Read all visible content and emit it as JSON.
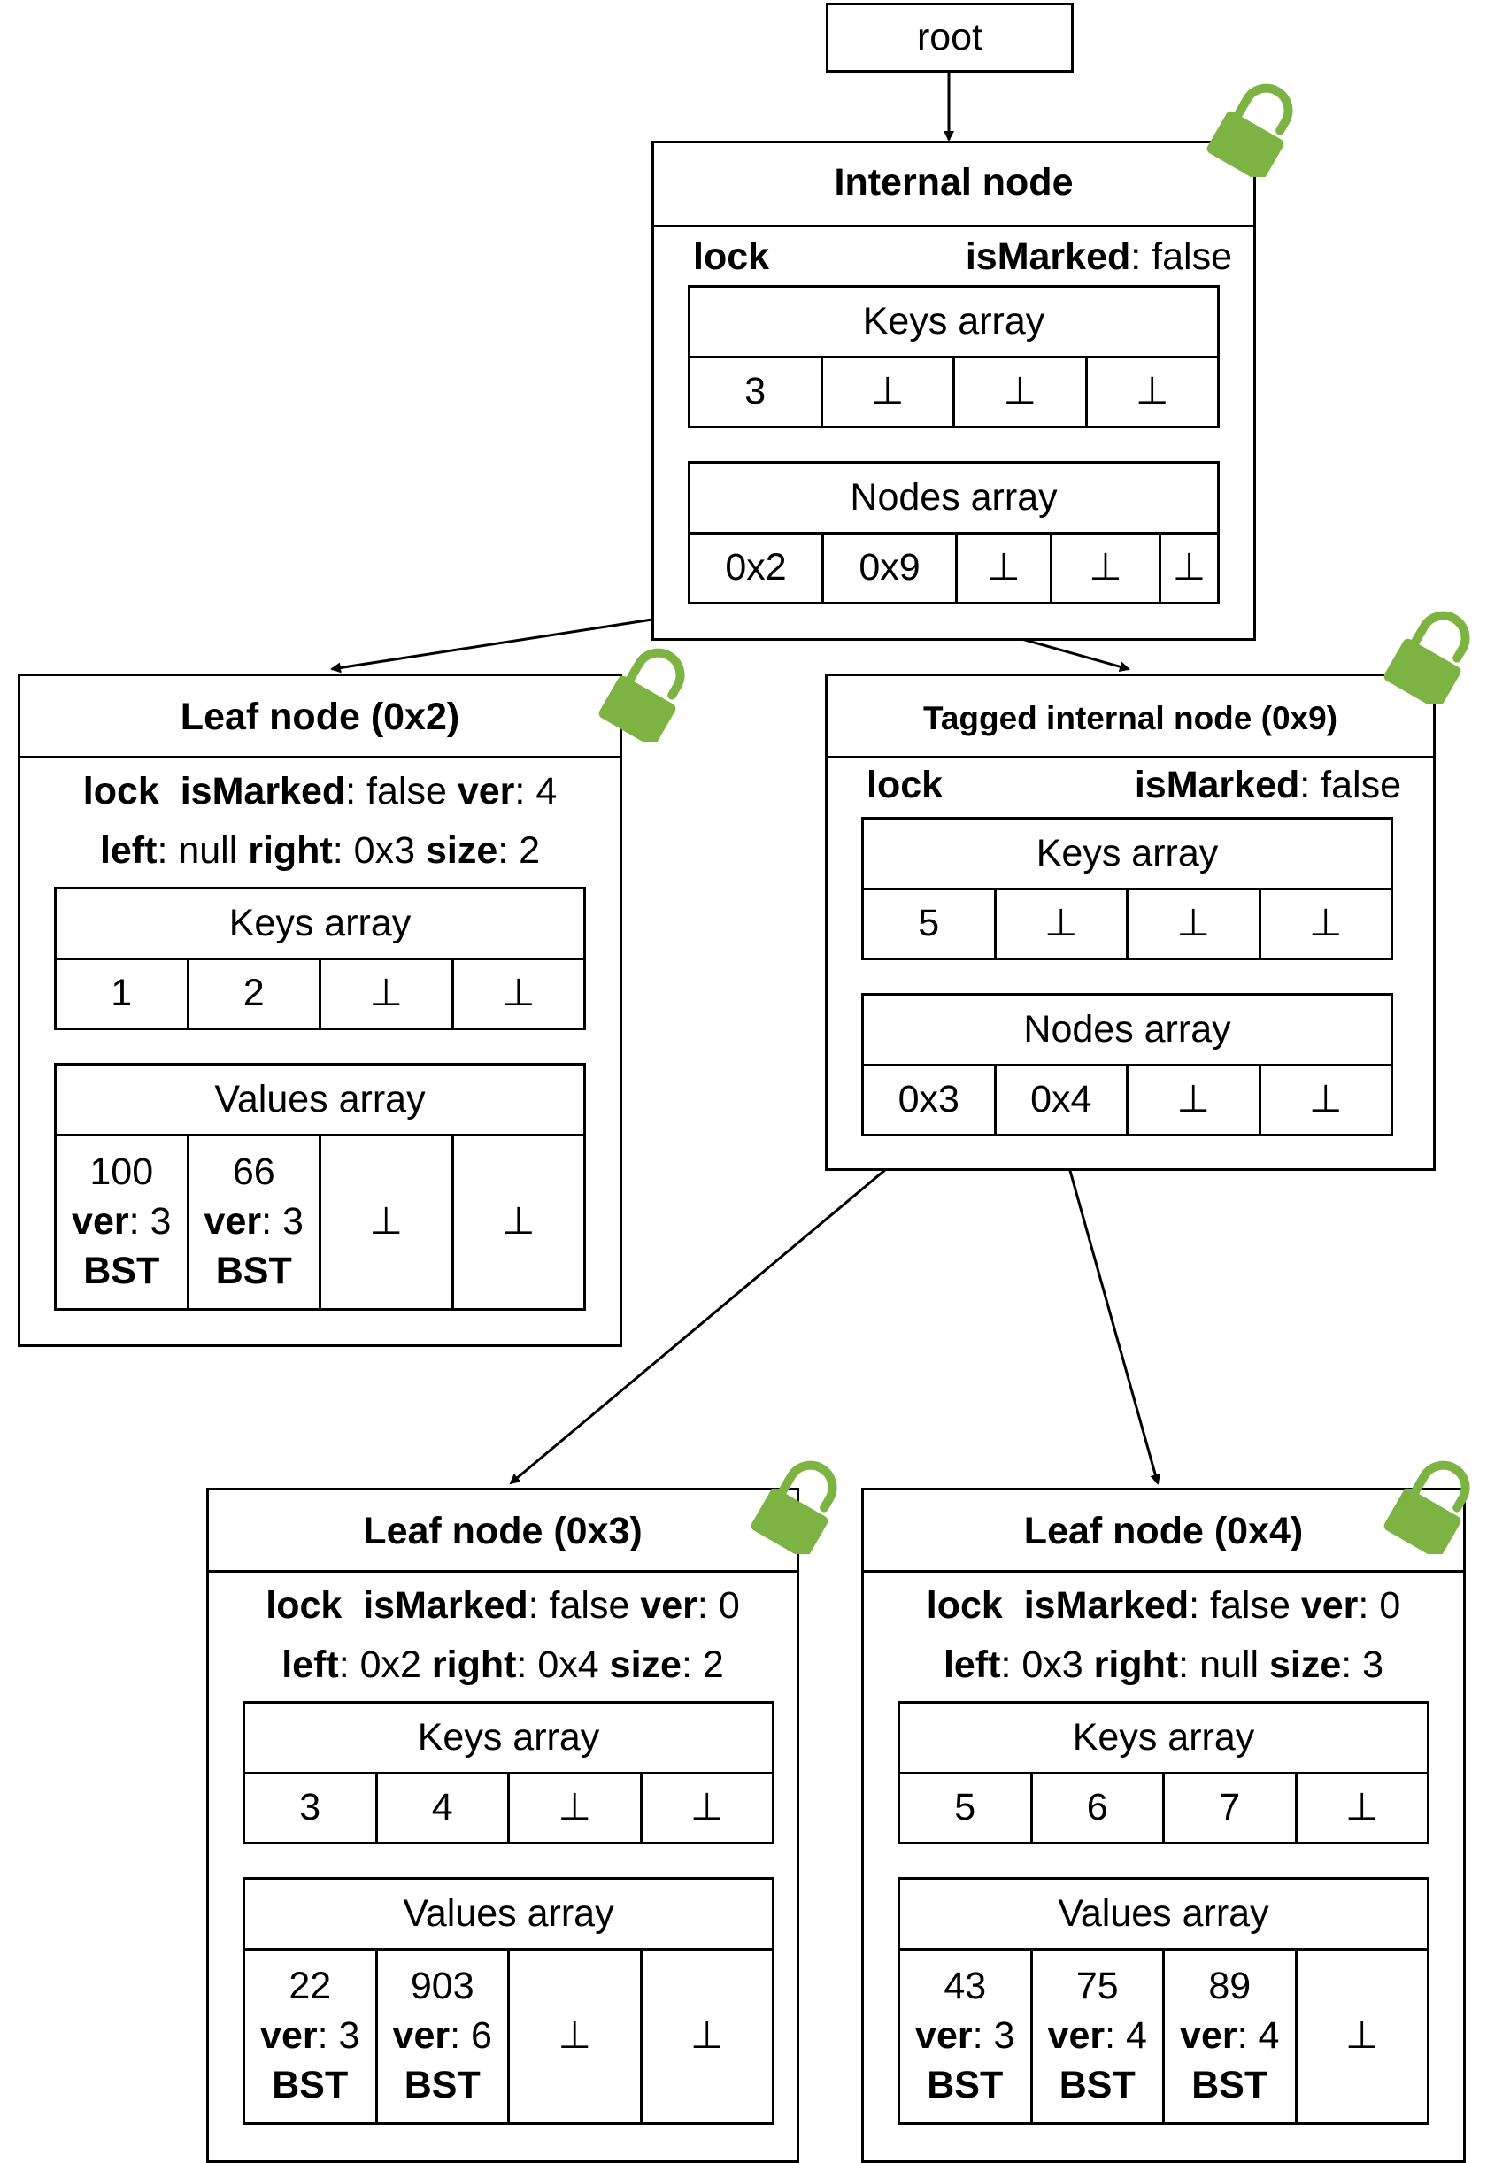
{
  "root_label": "root",
  "bottom_symbol": "⊥",
  "lock_color": "#7cb342",
  "internal": {
    "title": "Internal node",
    "lock": "lock",
    "is_marked_key": "isMarked",
    "is_marked_val": ": false",
    "keys_label": "Keys array",
    "keys": [
      "3",
      "⊥",
      "⊥",
      "⊥"
    ],
    "nodes_label": "Nodes array",
    "nodes": [
      "0x2",
      "0x9",
      "⊥",
      "⊥",
      "⊥"
    ]
  },
  "leaf2": {
    "title": "Leaf node (0x2)",
    "lock": "lock",
    "is_marked_key": "isMarked",
    "is_marked_val": ": false",
    "ver_key": "ver",
    "ver_val": ": 4",
    "left_key": "left",
    "left_val": ": null",
    "right_key": "right",
    "right_val": ": 0x3",
    "size_key": "size",
    "size_val": ": 2",
    "keys_label": "Keys array",
    "keys": [
      "1",
      "2",
      "⊥",
      "⊥"
    ],
    "values_label": "Values array",
    "values": [
      {
        "value": "100",
        "ver_key": "ver",
        "ver_val": ": 3",
        "tag": "BST"
      },
      {
        "value": "66",
        "ver_key": "ver",
        "ver_val": ": 3",
        "tag": "BST"
      },
      {
        "value": "⊥"
      },
      {
        "value": "⊥"
      }
    ]
  },
  "tagged": {
    "title": "Tagged internal node (0x9)",
    "lock": "lock",
    "is_marked_key": "isMarked",
    "is_marked_val": ": false",
    "keys_label": "Keys array",
    "keys": [
      "5",
      "⊥",
      "⊥",
      "⊥"
    ],
    "nodes_label": "Nodes array",
    "nodes": [
      "0x3",
      "0x4",
      "⊥",
      "⊥"
    ]
  },
  "leaf3": {
    "title": "Leaf node (0x3)",
    "lock": "lock",
    "is_marked_key": "isMarked",
    "is_marked_val": ": false",
    "ver_key": "ver",
    "ver_val": ": 0",
    "left_key": "left",
    "left_val": ": 0x2",
    "right_key": "right",
    "right_val": ": 0x4",
    "size_key": "size",
    "size_val": ": 2",
    "keys_label": "Keys array",
    "keys": [
      "3",
      "4",
      "⊥",
      "⊥"
    ],
    "values_label": "Values array",
    "values": [
      {
        "value": "22",
        "ver_key": "ver",
        "ver_val": ": 3",
        "tag": "BST"
      },
      {
        "value": "903",
        "ver_key": "ver",
        "ver_val": ": 6",
        "tag": "BST"
      },
      {
        "value": "⊥"
      },
      {
        "value": "⊥"
      }
    ]
  },
  "leaf4": {
    "title": "Leaf node (0x4)",
    "lock": "lock",
    "is_marked_key": "isMarked",
    "is_marked_val": ": false",
    "ver_key": "ver",
    "ver_val": ": 0",
    "left_key": "left",
    "left_val": ": 0x3",
    "right_key": "right",
    "right_val": ": null",
    "size_key": "size",
    "size_val": ": 3",
    "keys_label": "Keys array",
    "keys": [
      "5",
      "6",
      "7",
      "⊥"
    ],
    "values_label": "Values array",
    "values": [
      {
        "value": "43",
        "ver_key": "ver",
        "ver_val": ": 3",
        "tag": "BST"
      },
      {
        "value": "75",
        "ver_key": "ver",
        "ver_val": ": 4",
        "tag": "BST"
      },
      {
        "value": "89",
        "ver_key": "ver",
        "ver_val": ": 4",
        "tag": "BST"
      },
      {
        "value": "⊥"
      }
    ]
  }
}
